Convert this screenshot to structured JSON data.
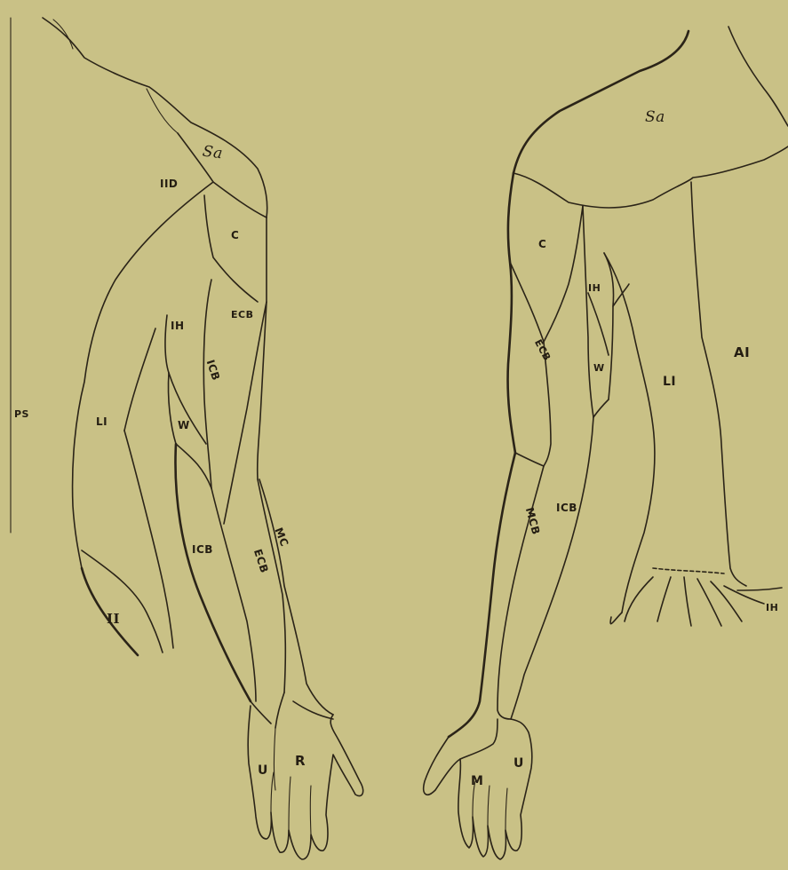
{
  "colors": {
    "paper": "#c9c186",
    "ink": "#2b2418"
  },
  "left_arm": {
    "labels": {
      "sa": "Sa",
      "iid": "IID",
      "c": "C",
      "ecb_upper": "ECB",
      "ih": "IH",
      "icb_upper": "ICB",
      "li": "LI",
      "w": "W",
      "icb_lower": "ICB",
      "ecb_lower": "ECB",
      "mc": "MC",
      "ii": "II",
      "u": "U",
      "r": "R"
    }
  },
  "right_arm": {
    "labels": {
      "sa": "Sa",
      "c": "C",
      "ih_upper": "IH",
      "ecb": "ECB",
      "w": "W",
      "li": "LI",
      "ai": "AI",
      "icb": "ICB",
      "mcb": "MCB",
      "m": "M",
      "u": "U",
      "ih_lower": "IH"
    }
  },
  "margin": {
    "ps": "PS"
  }
}
